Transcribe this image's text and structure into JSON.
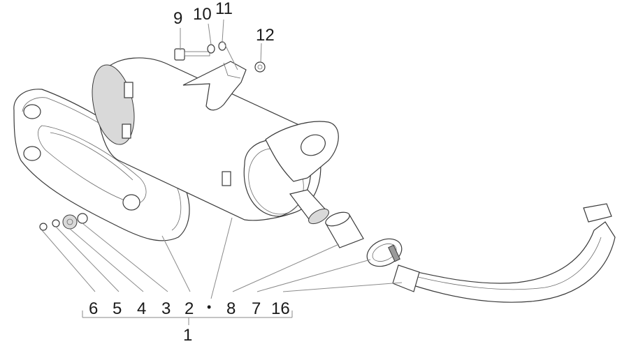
{
  "diagram": {
    "top_labels": [
      "9",
      "10",
      "11",
      "12"
    ],
    "bottom_labels": [
      "6",
      "5",
      "4",
      "3",
      "2",
      "•",
      "8",
      "7",
      "16"
    ],
    "group_label": "1"
  }
}
